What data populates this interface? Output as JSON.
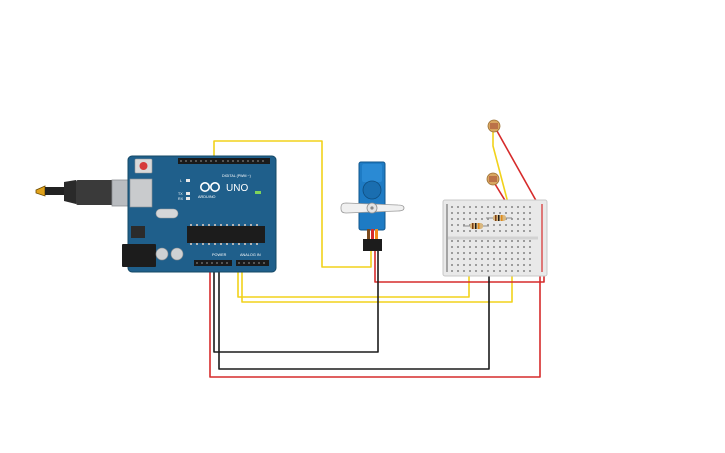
{
  "board": {
    "model_label": "UNO",
    "brand_label": "ARDUINO",
    "digital_header_label": "DIGITAL (PWM ~)",
    "power_header_label": "POWER",
    "analog_header_label": "ANALOG IN",
    "tx_label": "TX",
    "rx_label": "RX",
    "l_label": "L",
    "color": "#1f5f8b"
  },
  "servo": {
    "color": "#1e7bc4"
  },
  "breadboard": {
    "color": "#e9e9e9",
    "rail_red": "#d62b2b"
  },
  "wire_colors": {
    "signal": "#f2d21b",
    "power": "#d62b2b",
    "ground": "#1b1b1b"
  }
}
